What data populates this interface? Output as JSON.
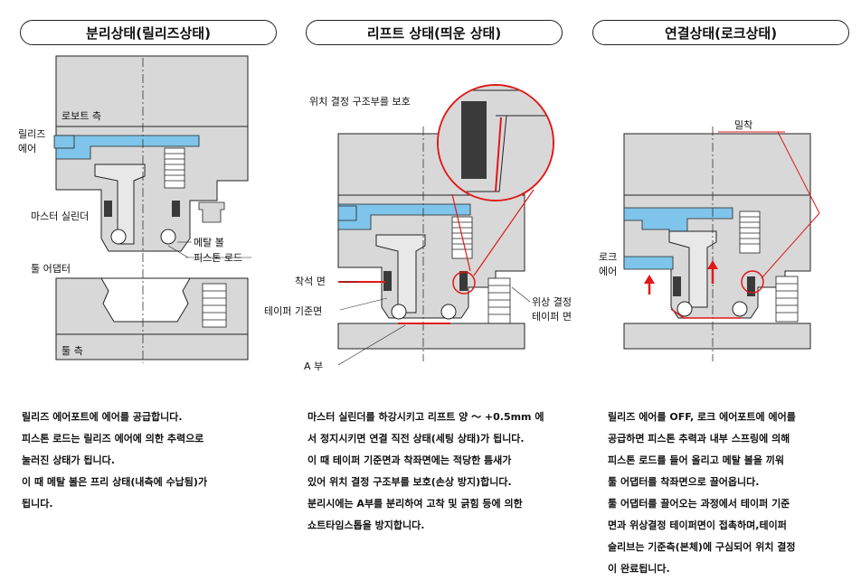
{
  "panels": [
    {
      "title": "분리상태(릴리즈상태)",
      "labels": {
        "robot_side": "로보트 측",
        "release_air": [
          "릴리즈",
          "에어"
        ],
        "master_cylinder": "마스터 실린더",
        "metal_ball": "메탈 볼",
        "piston_rod": "피스톤 로드",
        "tool_adapter": "툴 어댑터",
        "tool_side": "툴 측"
      },
      "description": [
        "릴리즈 에어포트에 에어를 공급합니다.",
        "피스톤 로드는 릴리즈 에어에 의한 추력으로",
        "눌러진 상태가 됩니다.",
        "이 때 메탈 볼은 프리 상태(내측에 수납됨)가",
        "됩니다."
      ]
    },
    {
      "title": "리프트 상태(띄운 상태)",
      "labels": {
        "protect": "위치 결정 구조부를 보호",
        "seat_face": "착석 면",
        "taper_ref": "테이퍼 기준면",
        "phase": [
          "위상 결정",
          "테이퍼 면"
        ],
        "a_part": "A 부"
      },
      "description": [
        "마스터 실린더를 하강시키고 리프트 양 ～ +0.5mm 에",
        "서 정지시키면 연결 직전 상태(세팅 상태)가 됩니다.",
        "이 때 테이퍼 기준면과 착좌면에는 적당한 틈새가",
        "있어 위치 결정 구조부를 보호(손상 방지)합니다.",
        "분리시에는 A부를 분리하여 고착 및 긁힘 등에 의한",
        "쇼트타임스톱을 방지합니다."
      ]
    },
    {
      "title": "연결상태(로크상태)",
      "labels": {
        "contact": "밀착",
        "lock_air": [
          "로크",
          "에어"
        ]
      },
      "description": [
        "릴리즈 에어를 OFF, 로크 에어포트에 에어를",
        "공급하면 피스톤 추력과 내부 스프링에 의해",
        "피스톤 로드를 들어 올리고 메탈 볼을 끼워",
        "툴 어댑터를 착좌면으로 끌어옵니다.",
        "툴 어댑터를 끌어오는 과정에서 테이퍼 기준",
        "면과 위상결정 테이퍼면이 접촉하며,테이퍼",
        "슬리브는 기준측(본체)에 구심되어 위치 결정",
        "이 완료됩니다."
      ]
    }
  ],
  "colors": {
    "air": "#7fc4ea",
    "highlight": "#e01818",
    "body": "#d8d8d8",
    "dark": "#3a3a3a"
  }
}
